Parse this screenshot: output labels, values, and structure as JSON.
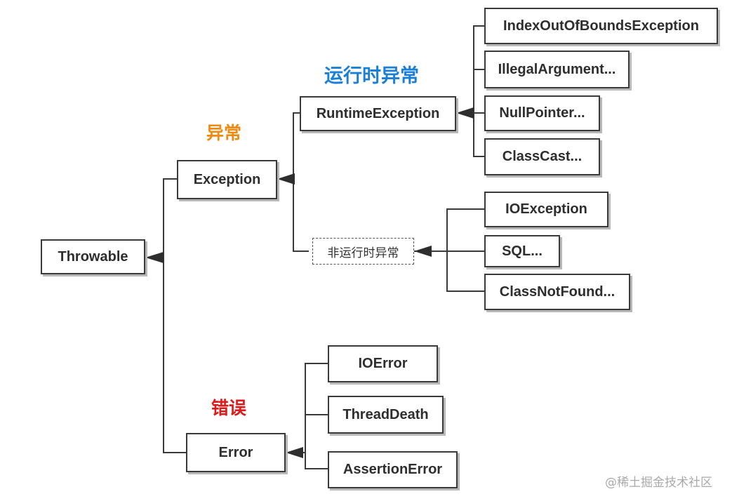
{
  "colors": {
    "runtime_label": "#1a7fd6",
    "exception_label": "#f08a12",
    "error_label": "#e01a1a"
  },
  "nodes": {
    "throwable": "Throwable",
    "exception": "Exception",
    "error": "Error",
    "runtime_exception": "RuntimeException",
    "non_runtime": "非运行时异常",
    "index_out_of_bounds": "IndexOutOfBoundsException",
    "illegal_argument": "IllegalArgument...",
    "null_pointer": "NullPointer...",
    "class_cast": "ClassCast...",
    "io_exception": "IOException",
    "sql": "SQL...",
    "class_not_found": "ClassNotFound...",
    "io_error": "IOError",
    "thread_death": "ThreadDeath",
    "assertion_error": "AssertionError"
  },
  "labels": {
    "runtime": "运行时异常",
    "exception": "异常",
    "error": "错误"
  },
  "watermark": "@稀土掘金技术社区"
}
